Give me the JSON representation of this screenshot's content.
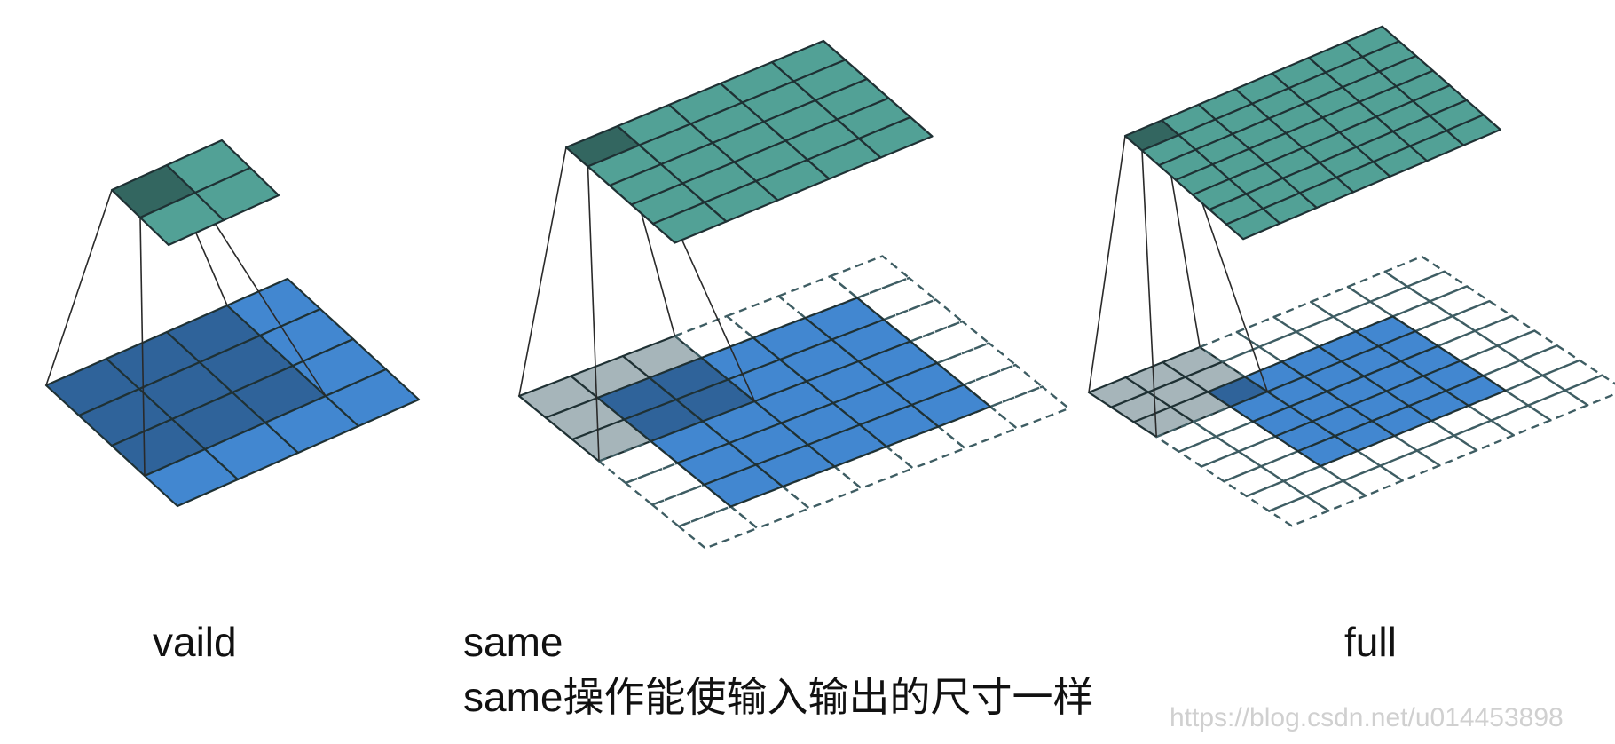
{
  "captions": {
    "valid": "vaild",
    "same": "same",
    "full": "full",
    "note": "same操作能使输入输出的尺寸一样"
  },
  "watermark": "https://blog.csdn.net/u014453898",
  "colors": {
    "output_cell": "#52a196",
    "output_highlight": "#336660",
    "input_cell": "#4287d0",
    "input_overlap": "#2f639a",
    "padding_cell": "#a6b5ba",
    "padding_dash": "#3e5d63",
    "cell_border": "#1f3134"
  },
  "panels": [
    {
      "id": "valid",
      "input_size": 4,
      "padding": 0,
      "kernel": 3,
      "output_size": 2
    },
    {
      "id": "same",
      "input_size": 5,
      "padding": 1,
      "kernel": 3,
      "output_size": 5
    },
    {
      "id": "full",
      "input_size": 5,
      "padding": 2,
      "kernel": 3,
      "output_size": 7
    }
  ]
}
